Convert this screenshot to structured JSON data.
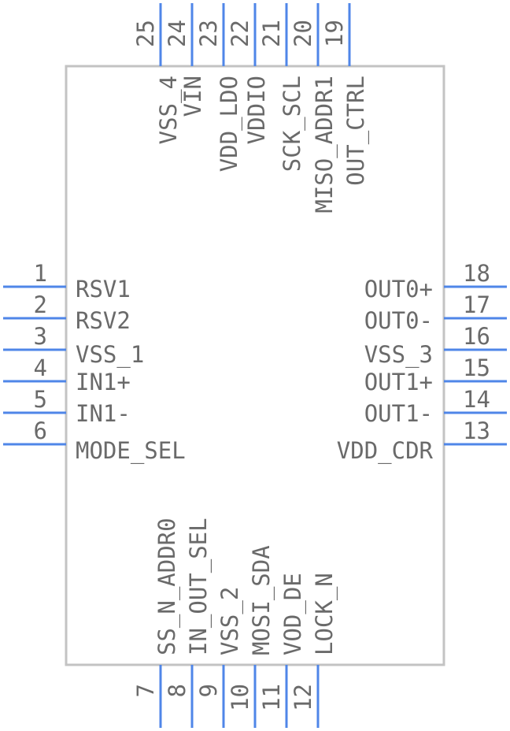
{
  "colors": {
    "pin": "#4f86e8",
    "body": "#c3c3c3",
    "text": "#6a6a6a"
  },
  "pins": {
    "left": [
      {
        "num": "1",
        "name": "RSV1"
      },
      {
        "num": "2",
        "name": "RSV2"
      },
      {
        "num": "3",
        "name": "VSS_1"
      },
      {
        "num": "4",
        "name": "IN1+"
      },
      {
        "num": "5",
        "name": "IN1-"
      },
      {
        "num": "6",
        "name": "MODE_SEL"
      }
    ],
    "right": [
      {
        "num": "18",
        "name": "OUT0+"
      },
      {
        "num": "17",
        "name": "OUT0-"
      },
      {
        "num": "16",
        "name": "VSS_3"
      },
      {
        "num": "15",
        "name": "OUT1+"
      },
      {
        "num": "14",
        "name": "OUT1-"
      },
      {
        "num": "13",
        "name": "VDD_CDR"
      }
    ],
    "top": [
      {
        "num": "25",
        "name": "VSS_4"
      },
      {
        "num": "24",
        "name": "VIN"
      },
      {
        "num": "23",
        "name": "VDD_LDO"
      },
      {
        "num": "22",
        "name": "VDDIO"
      },
      {
        "num": "21",
        "name": "SCK_SCL"
      },
      {
        "num": "20",
        "name": "MISO_ADDR1"
      },
      {
        "num": "19",
        "name": "OUT_CTRL"
      }
    ],
    "bottom": [
      {
        "num": "7",
        "name": "SS_N_ADDR0"
      },
      {
        "num": "8",
        "name": "IN_OUT_SEL"
      },
      {
        "num": "9",
        "name": "VSS_2"
      },
      {
        "num": "10",
        "name": "MOSI_SDA"
      },
      {
        "num": "11",
        "name": "VOD_DE"
      },
      {
        "num": "12",
        "name": "LOCK_N"
      }
    ]
  }
}
